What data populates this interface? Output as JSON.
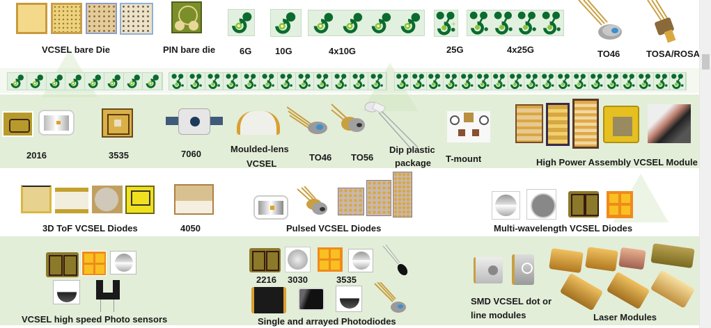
{
  "row1": {
    "vcsel_bare_die": "VCSEL bare Die",
    "pin_bare_die": "PIN bare die",
    "g6": "6G",
    "g10": "10G",
    "g4x10": "4x10G",
    "g25": "25G",
    "g4x25": "4x25G",
    "to46": "TO46",
    "tosa_rosa": "TOSA/ROSA"
  },
  "row2": {
    "array_a_count": 8,
    "array_b_count": 12,
    "array_c_count": 18
  },
  "row3": {
    "p2016": "2016",
    "p3535": "3535",
    "p7060": "7060",
    "moulded_lens_1": "Moulded-lens",
    "moulded_lens_2": "VCSEL",
    "to46": "TO46",
    "to56": "TO56",
    "dip_1": "Dip plastic",
    "dip_2": "package",
    "tmount": "T-mount",
    "high_power": "High Power Assembly VCSEL Module"
  },
  "row4": {
    "tof": "3D ToF VCSEL Diodes",
    "p4050": "4050",
    "pulsed": "Pulsed VCSEL Diodes",
    "multi": "Multi-wavelength VCSEL Diodes"
  },
  "row5": {
    "photo_sensors": "VCSEL high speed Photo sensors",
    "p2216": "2216",
    "p3030": "3030",
    "p3535": "3535",
    "photodiodes": "Single and arrayed Photodiodes",
    "smd_1": "SMD VCSEL dot or",
    "smd_2": "line modules",
    "laser_modules": "Laser Modules"
  },
  "colors": {
    "band_green": "#e3eed9",
    "logo_dark_green": "#0b6b2e",
    "logo_light_green": "#8cc63f",
    "gold": "#d4a72c",
    "orange": "#f08a1c"
  }
}
